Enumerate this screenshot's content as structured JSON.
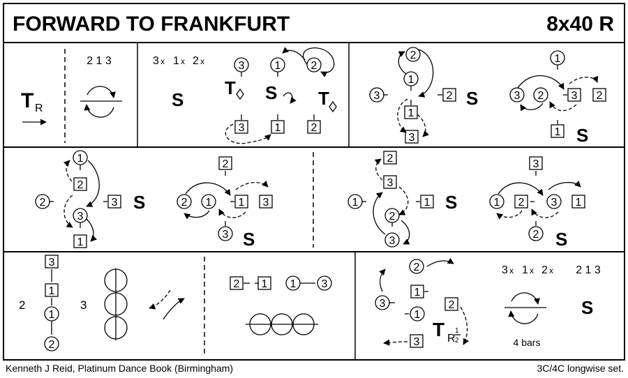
{
  "title": "FORWARD TO FRANKFURT",
  "dance_type": "8x40 R",
  "footer": {
    "source": "Kenneth J Reid, Platinum Dance Book (Birmingham)",
    "set": "3C/4C longwise set."
  },
  "labels": {
    "one": "1",
    "two": "2",
    "three": "3",
    "T": "T",
    "R": "R",
    "S": "S",
    "x": "x",
    "half_num": "1",
    "half_den": "2",
    "order_213": "2 1 3",
    "bars": "4 bars"
  },
  "colors": {
    "ink": "#000000",
    "background": "#ffffff"
  }
}
